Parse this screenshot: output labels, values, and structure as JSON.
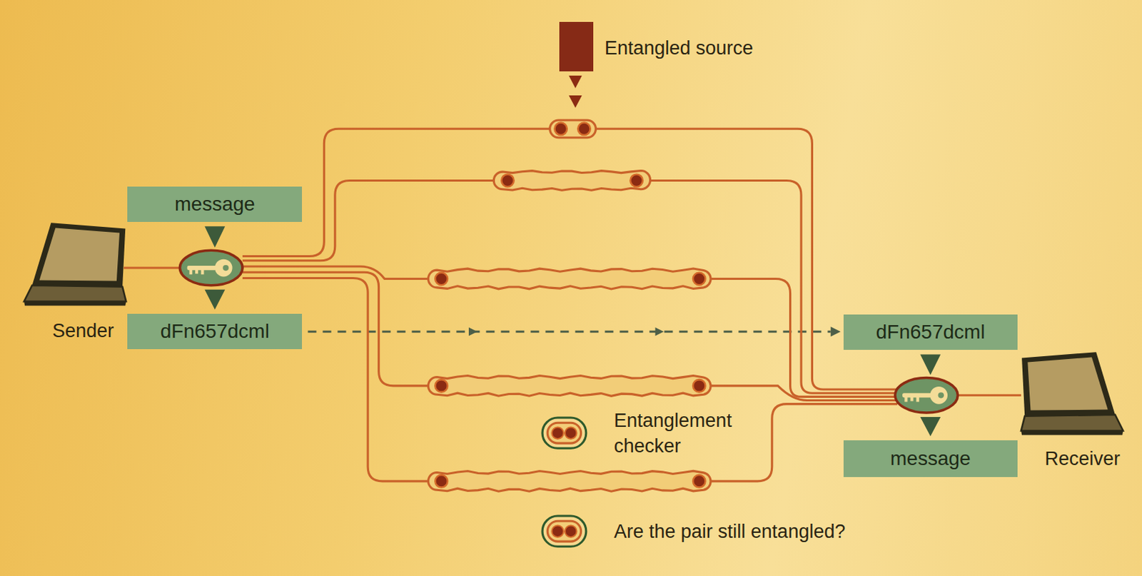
{
  "diagram": {
    "nodes": [
      {
        "text": [
          "Entangled source"
        ]
      },
      {
        "text": [
          "message"
        ]
      },
      {
        "text": [
          "Sender"
        ]
      },
      {
        "text": [
          "dFn657dcml"
        ]
      },
      {
        "text": [
          "dFn657dcml"
        ]
      },
      {
        "text": [
          "Receiver"
        ]
      },
      {
        "text": [
          "message"
        ]
      }
    ],
    "edges": [
      {
        "from": 1,
        "to": 3,
        "arrow": "to"
      },
      {
        "from": 3,
        "to": 4,
        "arrow": "to"
      },
      {
        "from": 4,
        "to": 6,
        "arrow": "to"
      }
    ],
    "legend": [
      {
        "text": "Entanglement checker"
      },
      {
        "text": "Are the pair still entangled?"
      }
    ]
  }
}
